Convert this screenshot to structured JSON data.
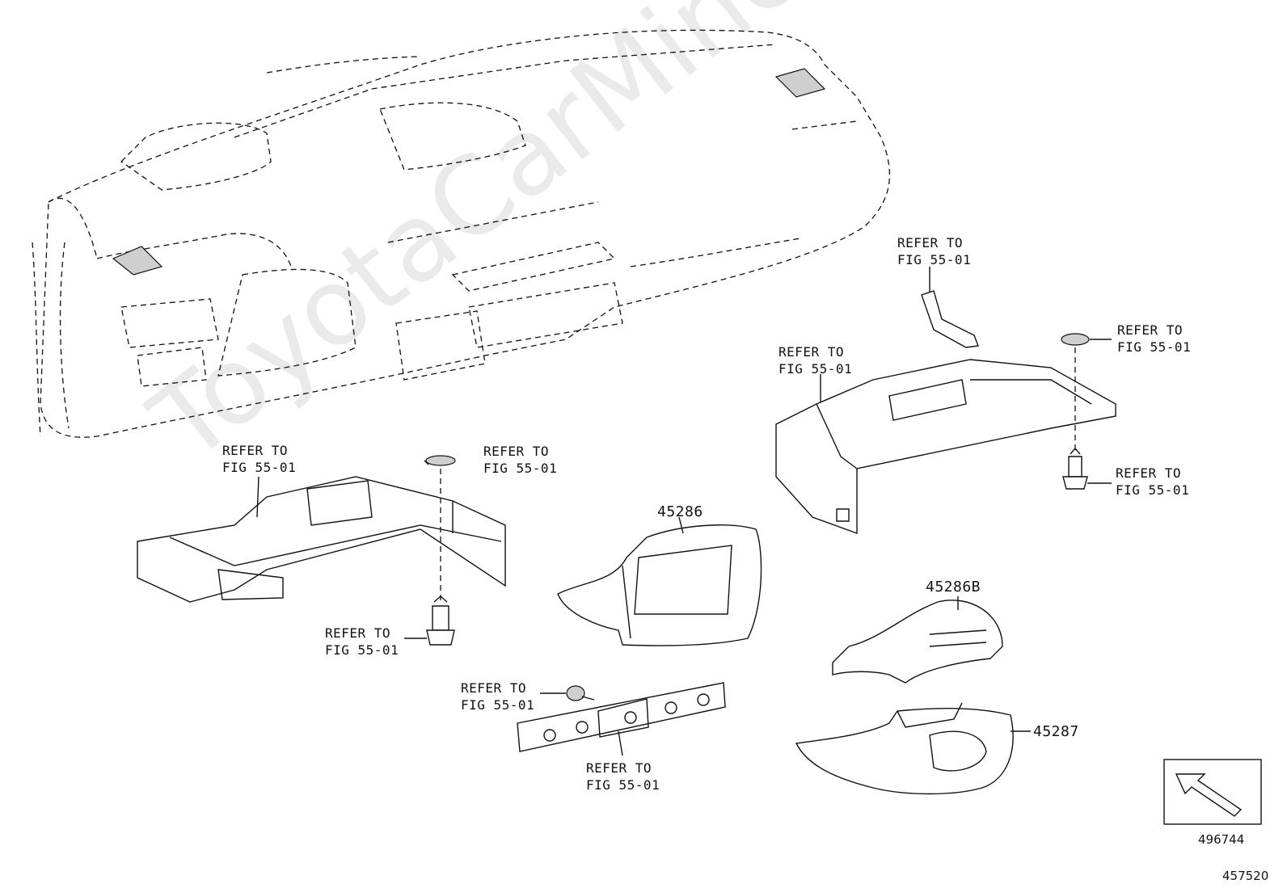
{
  "refer_label_line1": "REFER TO",
  "refer_label_line2": "FIG 55-01",
  "part_numbers": {
    "cover_a": "45286",
    "cover_b": "45286B",
    "cover_lower": "45287"
  },
  "watermark": "ToyotaCarMine.ru",
  "figure_code": "496744",
  "page_code": "457520",
  "icons": {
    "direction": "front-arrow-icon"
  }
}
